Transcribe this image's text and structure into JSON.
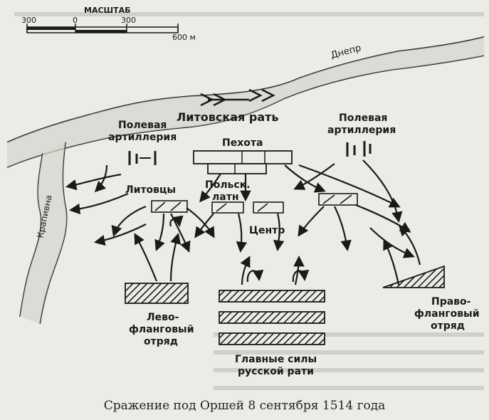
{
  "scale": {
    "title": "МАСШТАБ",
    "ticks": [
      "300",
      "0",
      "300",
      "600 м"
    ]
  },
  "labels": {
    "dnepr": "Днепр",
    "krapivna": "Крапивна",
    "lit_rat": "Литовская рать",
    "art_left_1": "Полевая",
    "art_left_2": "артиллерия",
    "art_right_1": "Полевая",
    "art_right_2": "артиллерия",
    "pekhota": "Пехота",
    "litovtsy": "Литовцы",
    "polsk_1": "Польск.",
    "polsk_2": "латн",
    "tsentr": "Центр",
    "left_1": "Лево-",
    "left_2": "фланговый",
    "left_3": "отряд",
    "right_1": "Право-",
    "right_2": "фланговый",
    "right_3": "отряд",
    "main_1": "Главные силы",
    "main_2": "русской рати"
  },
  "caption": "Сражение под Оршей 8 сентября 1514 года",
  "colors": {
    "ink": "#1a1a1a",
    "paper": "#ecebe6",
    "water": "#cfcfcf"
  }
}
